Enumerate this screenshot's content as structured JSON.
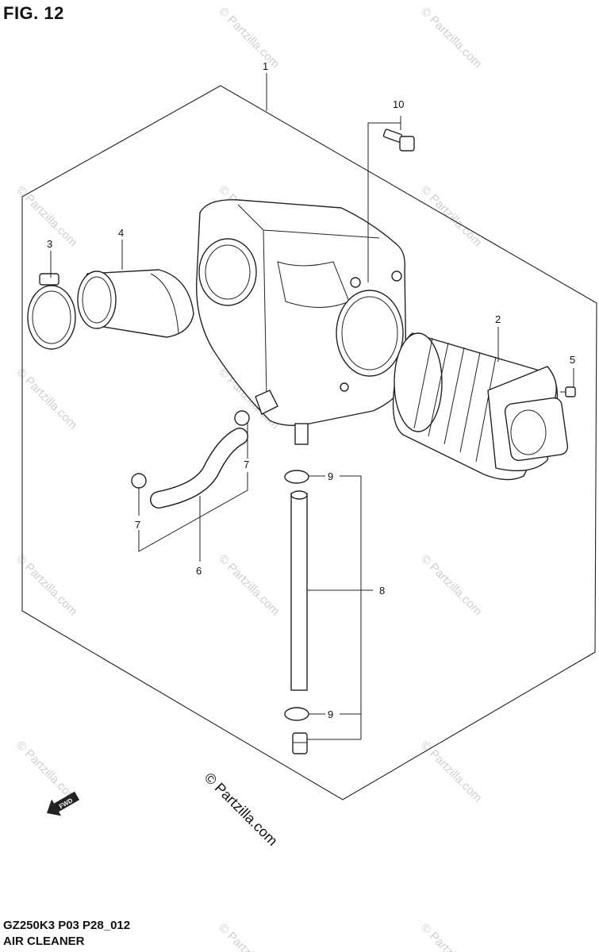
{
  "figure": {
    "title": "FIG. 12",
    "code": "GZ250K3 P03 P28_012",
    "name": "AIR CLEANER",
    "copyright": "© Partzilla.com",
    "watermark": "© Partzilla.com",
    "fwd_label": "FWD"
  },
  "callouts": [
    "1",
    "2",
    "3",
    "4",
    "5",
    "6",
    "7",
    "7",
    "8",
    "9",
    "9",
    "10"
  ]
}
